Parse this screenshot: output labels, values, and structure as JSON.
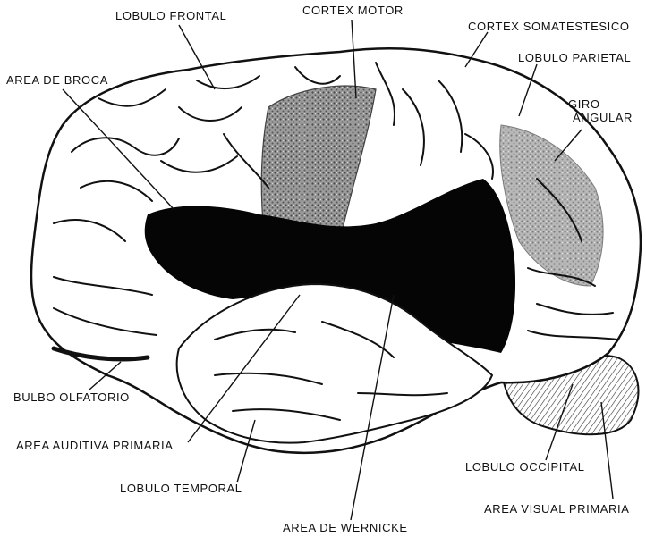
{
  "labels": {
    "lobulo_frontal": "LOBULO FRONTAL",
    "cortex_motor": "CORTEX MOTOR",
    "cortex_somatestesico": "CORTEX SOMATESTESICO",
    "lobulo_parietal": "LOBULO PARIETAL",
    "giro_angular_1": "GIRO",
    "giro_angular_2": "ANGULAR",
    "area_de_broca": "AREA DE BROCA",
    "bulbo_olfatorio": "BULBO OLFATORIO",
    "area_auditiva_primaria": "AREA AUDITIVA PRIMARIA",
    "lobulo_temporal": "LOBULO TEMPORAL",
    "area_de_wernicke": "AREA DE WERNICKE",
    "lobulo_occipital": "LOBULO OCCIPITAL",
    "area_visual_primaria": "AREA VISUAL PRIMARIA"
  },
  "colors": {
    "ink": "#111111",
    "paper": "#ffffff",
    "shade": "#6e6e6e",
    "dark_region": "#050505"
  }
}
